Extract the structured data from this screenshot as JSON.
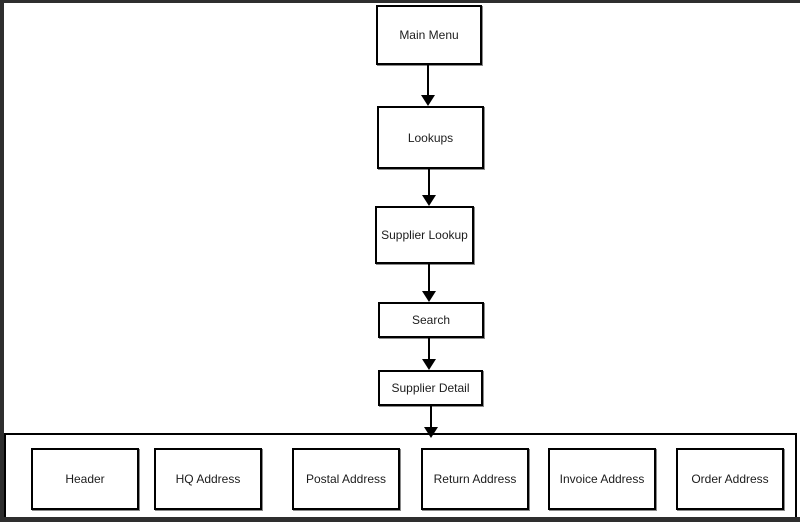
{
  "diagram": {
    "type": "flowchart",
    "flow_nodes": [
      {
        "id": "main-menu",
        "label": "Main Menu"
      },
      {
        "id": "lookups",
        "label": "Lookups"
      },
      {
        "id": "supplier-lookup",
        "label": "Supplier Lookup"
      },
      {
        "id": "search",
        "label": "Search"
      },
      {
        "id": "supplier-detail",
        "label": "Supplier Detail"
      }
    ],
    "connections": [
      {
        "from": "main-menu",
        "to": "lookups"
      },
      {
        "from": "lookups",
        "to": "supplier-lookup"
      },
      {
        "from": "supplier-lookup",
        "to": "search"
      },
      {
        "from": "search",
        "to": "supplier-detail"
      },
      {
        "from": "supplier-detail",
        "to": "detail-container"
      }
    ],
    "detail_sections": [
      {
        "id": "header",
        "label": "Header"
      },
      {
        "id": "hq-address",
        "label": "HQ Address"
      },
      {
        "id": "postal-address",
        "label": "Postal Address"
      },
      {
        "id": "return-address",
        "label": "Return Address"
      },
      {
        "id": "invoice-address",
        "label": "Invoice Address"
      },
      {
        "id": "order-address",
        "label": "Order Address"
      }
    ],
    "colors": {
      "background": "#ffffff",
      "box_fill": "#ffffff",
      "box_border": "#000000",
      "box_shadow": "#8a8a8a",
      "text": "#1c1c1c",
      "window_edge": "#2e2e2e"
    }
  }
}
